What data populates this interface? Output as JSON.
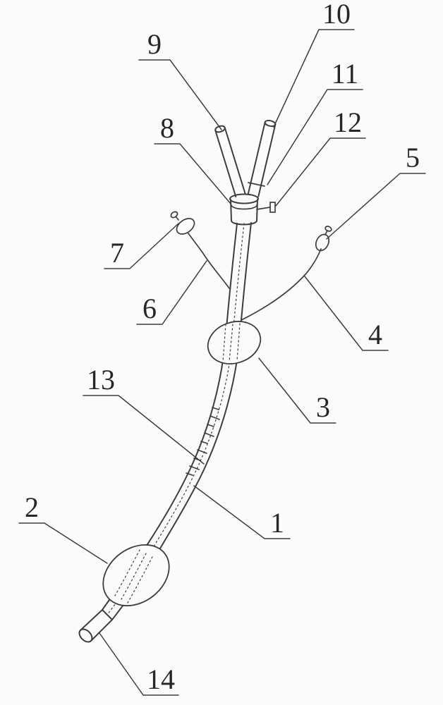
{
  "colors": {
    "background": "#fbfbfb",
    "line": "#3d3d3d",
    "label_text": "#262626"
  },
  "reference_labels": [
    {
      "ref": "1"
    },
    {
      "ref": "2"
    },
    {
      "ref": "3"
    },
    {
      "ref": "4"
    },
    {
      "ref": "5"
    },
    {
      "ref": "6"
    },
    {
      "ref": "7"
    },
    {
      "ref": "8"
    },
    {
      "ref": "9"
    },
    {
      "ref": "10"
    },
    {
      "ref": "11"
    },
    {
      "ref": "12"
    },
    {
      "ref": "13"
    },
    {
      "ref": "14"
    }
  ]
}
